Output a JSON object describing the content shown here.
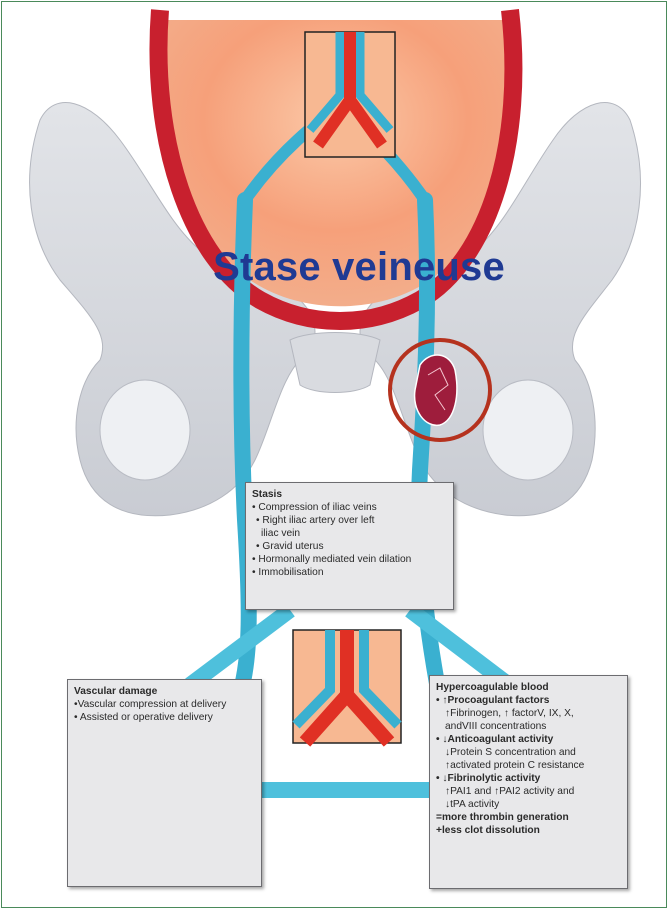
{
  "title": "Stase veineuse",
  "stasis": {
    "heading": "Stasis",
    "lines": [
      {
        "text": "• Compression of iliac veins",
        "indent": 0
      },
      {
        "text": "• Right iliac artery over left",
        "indent": 1
      },
      {
        "text": "iliac vein",
        "indent": 2
      },
      {
        "text": "• Gravid uterus",
        "indent": 1
      },
      {
        "text": "• Hormonally mediated vein dilation",
        "indent": 0
      },
      {
        "text": "• Immobilisation",
        "indent": 0
      }
    ]
  },
  "vascular": {
    "heading": "Vascular damage",
    "lines": [
      {
        "text": "•Vascular compression at delivery",
        "indent": 0
      },
      {
        "text": "• Assisted or operative delivery",
        "indent": 0
      }
    ]
  },
  "hypercoagulable": {
    "heading": "Hypercoagulable blood",
    "lines": [
      {
        "text": "• ↑Procoagulant factors",
        "bold": true,
        "indent": 0
      },
      {
        "text": "↑Fibrinogen, ↑ factorV, IX, X,",
        "indent": 2
      },
      {
        "text": "andVIII concentrations",
        "indent": 2
      },
      {
        "text": "• ↓Anticoagulant activity",
        "bold": true,
        "indent": 0
      },
      {
        "text": "↓Protein S concentration and",
        "indent": 2
      },
      {
        "text": "↑activated protein C resistance",
        "indent": 2
      },
      {
        "text": "• ↓Fibrinolytic activity",
        "bold": true,
        "indent": 0
      },
      {
        "text": "↑PAI1 and ↑PAI2 activity and",
        "indent": 2
      },
      {
        "text": "↓tPA activity",
        "indent": 2
      },
      {
        "text": "=more thrombin generation",
        "bold": true,
        "indent": 0
      },
      {
        "text": "+less clot dissolution",
        "bold": true,
        "indent": 0
      }
    ]
  },
  "colors": {
    "title": "#1f3a93",
    "artery": "#c8202e",
    "vein": "#3ab0d0",
    "bone": "#d6d8de",
    "uterus": "#f6a07a",
    "circle": "#b5321e",
    "clot": "#9e1d3c",
    "frame": "#4a8a5a"
  }
}
